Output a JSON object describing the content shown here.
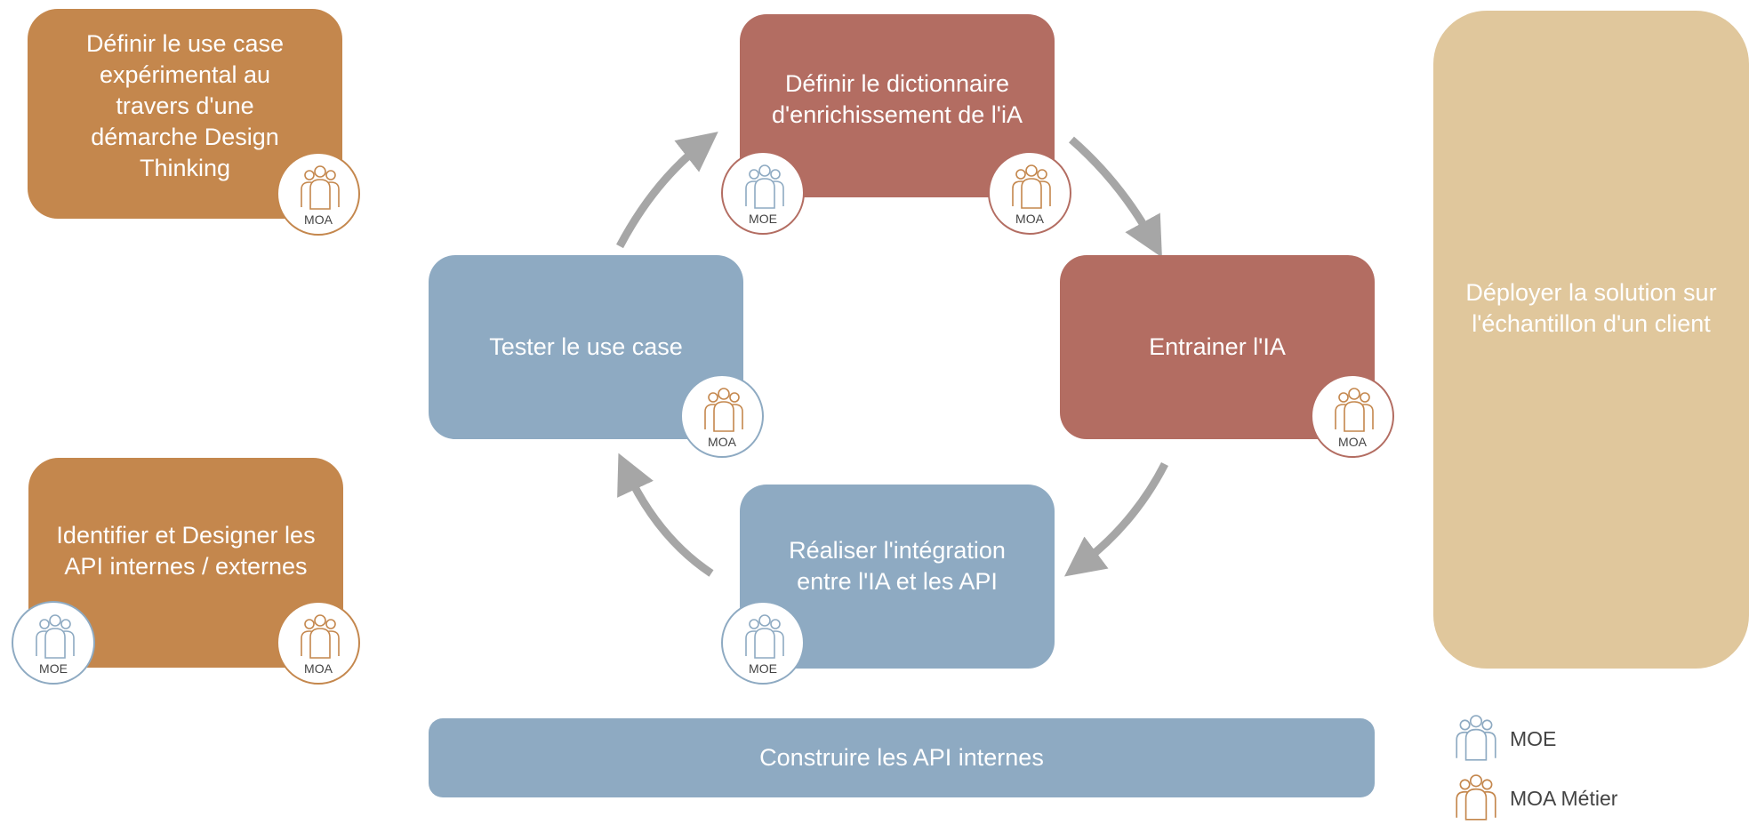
{
  "steps": {
    "define_use_case": "Définir le use case expérimental au travers d'une démarche Design Thinking",
    "identify_api": "Identifier et Designer les API internes / externes",
    "define_dictionary": "Définir le dictionnaire d'enrichissement de l'iA",
    "train_ai": "Entrainer l'IA",
    "integration": "Réaliser l'intégration entre l'IA et les API",
    "test_use_case": "Tester le use case",
    "deploy": "Déployer la solution sur l'échantillon d'un client",
    "build_api": "Construire les API internes"
  },
  "badges": {
    "moa": "MOA",
    "moe": "MOE"
  },
  "legend": {
    "moe": "MOE",
    "moa": "MOA Métier"
  },
  "colors": {
    "orange": "#c4874d",
    "red": "#b36d62",
    "blue": "#8eaac2",
    "sand": "#e0c79c",
    "arrow": "#a6a6a6"
  }
}
